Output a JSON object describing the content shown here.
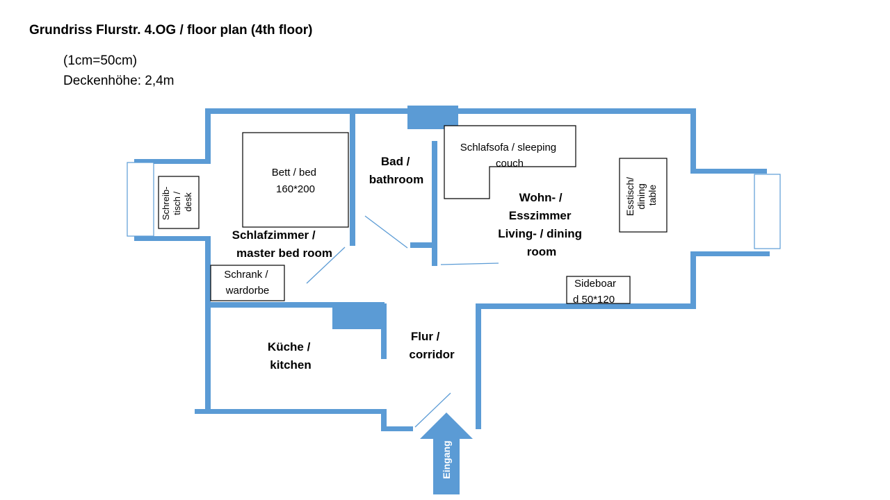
{
  "header": {
    "title": "Grundriss Flurstr. 4.OG / floor plan (4th floor)",
    "scale": "(1cm=50cm)",
    "ceiling_height": "Deckenhöhe: 2,4m"
  },
  "rooms": {
    "bedroom": [
      "Schlafzimmer /",
      "master bed room"
    ],
    "bathroom": [
      "Bad /",
      "bathroom"
    ],
    "living": [
      "Wohn- /",
      "Esszimmer",
      "Living- / dining",
      "room"
    ],
    "kitchen": [
      "Küche /",
      "kitchen"
    ],
    "corridor": [
      "Flur /",
      "corridor"
    ]
  },
  "furniture": {
    "bed": [
      "Bett / bed",
      "160*200"
    ],
    "desk": [
      "Schreib-",
      "tisch /",
      "desk"
    ],
    "wardrobe": [
      "Schrank /",
      "wardorbe"
    ],
    "sofa": [
      "Schlafsofa / sleeping",
      "couch"
    ],
    "dining_table": [
      "Esstisch/",
      "dining",
      "table"
    ],
    "sideboard": [
      "Sideboar",
      "d 50*120"
    ]
  },
  "entrance": {
    "label": "Eingang"
  },
  "colors": {
    "wall": "#5b9bd5",
    "text": "#000000",
    "background": "#ffffff"
  }
}
